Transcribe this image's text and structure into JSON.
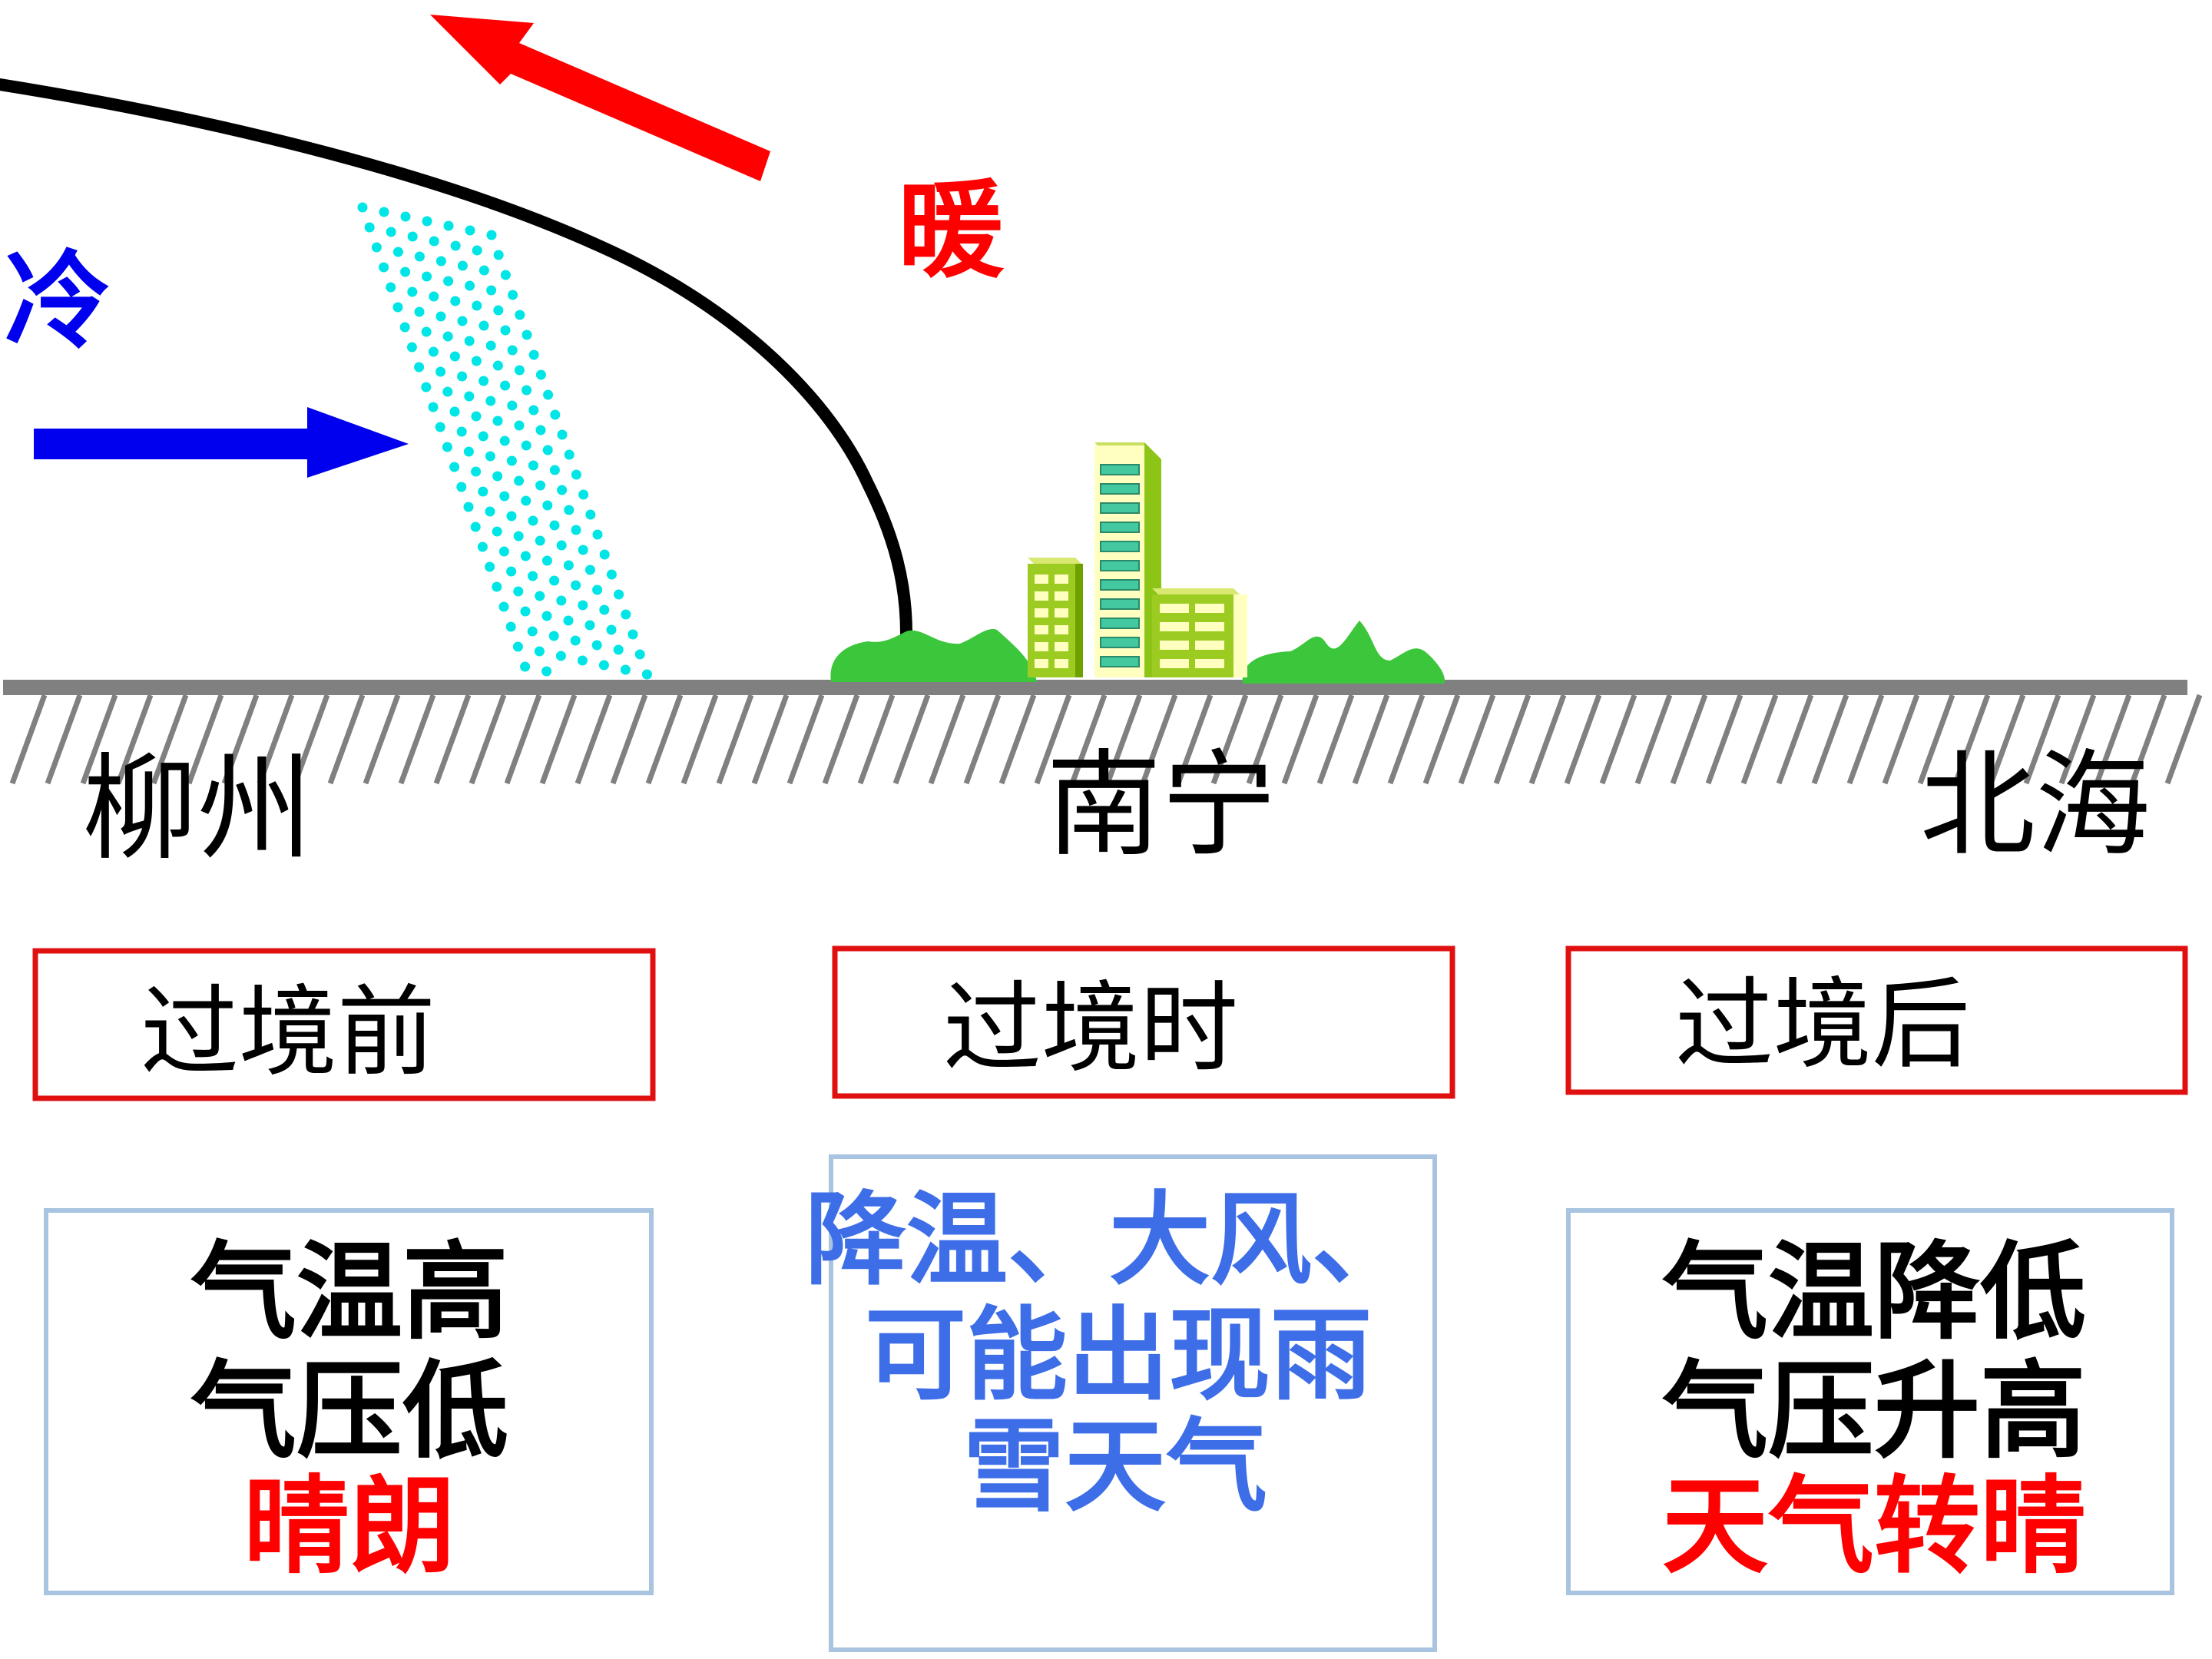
{
  "labels": {
    "cold": "冷",
    "warm": "暖"
  },
  "cities": {
    "left": "柳州",
    "center": "南宁",
    "right": "北海"
  },
  "stages": {
    "before": "过境前",
    "during": "过境时",
    "after": "过境后"
  },
  "conditions": {
    "before": {
      "line1": "气温高",
      "line2": "气压低",
      "line3": "晴朗"
    },
    "during": {
      "line1": "降温、大风、",
      "line2": "可能出现雨",
      "line3": "雪天气"
    },
    "after": {
      "line1": "气温降低",
      "line2": "气压升高",
      "line3": "天气转晴"
    }
  },
  "colors": {
    "cold_arrow": "#0000ee",
    "warm_arrow": "#ff0000",
    "front_line": "#000000",
    "rain_dots": "#00e5e5",
    "ground": "#808080",
    "stage_box_border": "#e01010",
    "condition_box_border": "#a8c4e0",
    "during_text": "#3d6ee8",
    "clear_text": "#ff0000",
    "building_light": "#ffffc0",
    "building_green": "#9ccc22",
    "vegetation": "#3cc63c"
  }
}
